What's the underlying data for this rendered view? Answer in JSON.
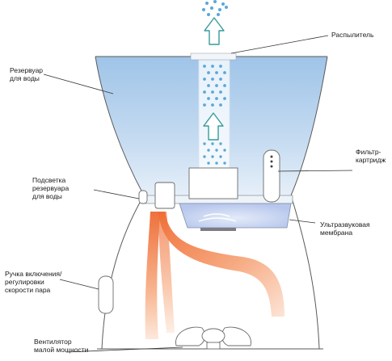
{
  "labels": {
    "sprayer": "Распылитель",
    "reservoir": [
      "Резервуар",
      "для воды"
    ],
    "filter": [
      "Фильтр-",
      "картридж"
    ],
    "backlight": [
      "Подсветка",
      "резервуара",
      "для воды"
    ],
    "membrane": [
      "Ультразвуковая",
      "мембрана"
    ],
    "knob": [
      "Ручка включения/",
      "регулировки",
      "скорости пара"
    ],
    "fan": [
      "Вентилятор",
      "малой мощности"
    ]
  },
  "colors": {
    "water_top": "#aacbea",
    "water_bottom": "#dfeaf7",
    "mist_dot": "#5aa8d8",
    "heat_core": "#f07840",
    "outline": "#555555"
  },
  "icons": {
    "arrow": "up-arrow-icon",
    "fan": "fan-icon"
  }
}
